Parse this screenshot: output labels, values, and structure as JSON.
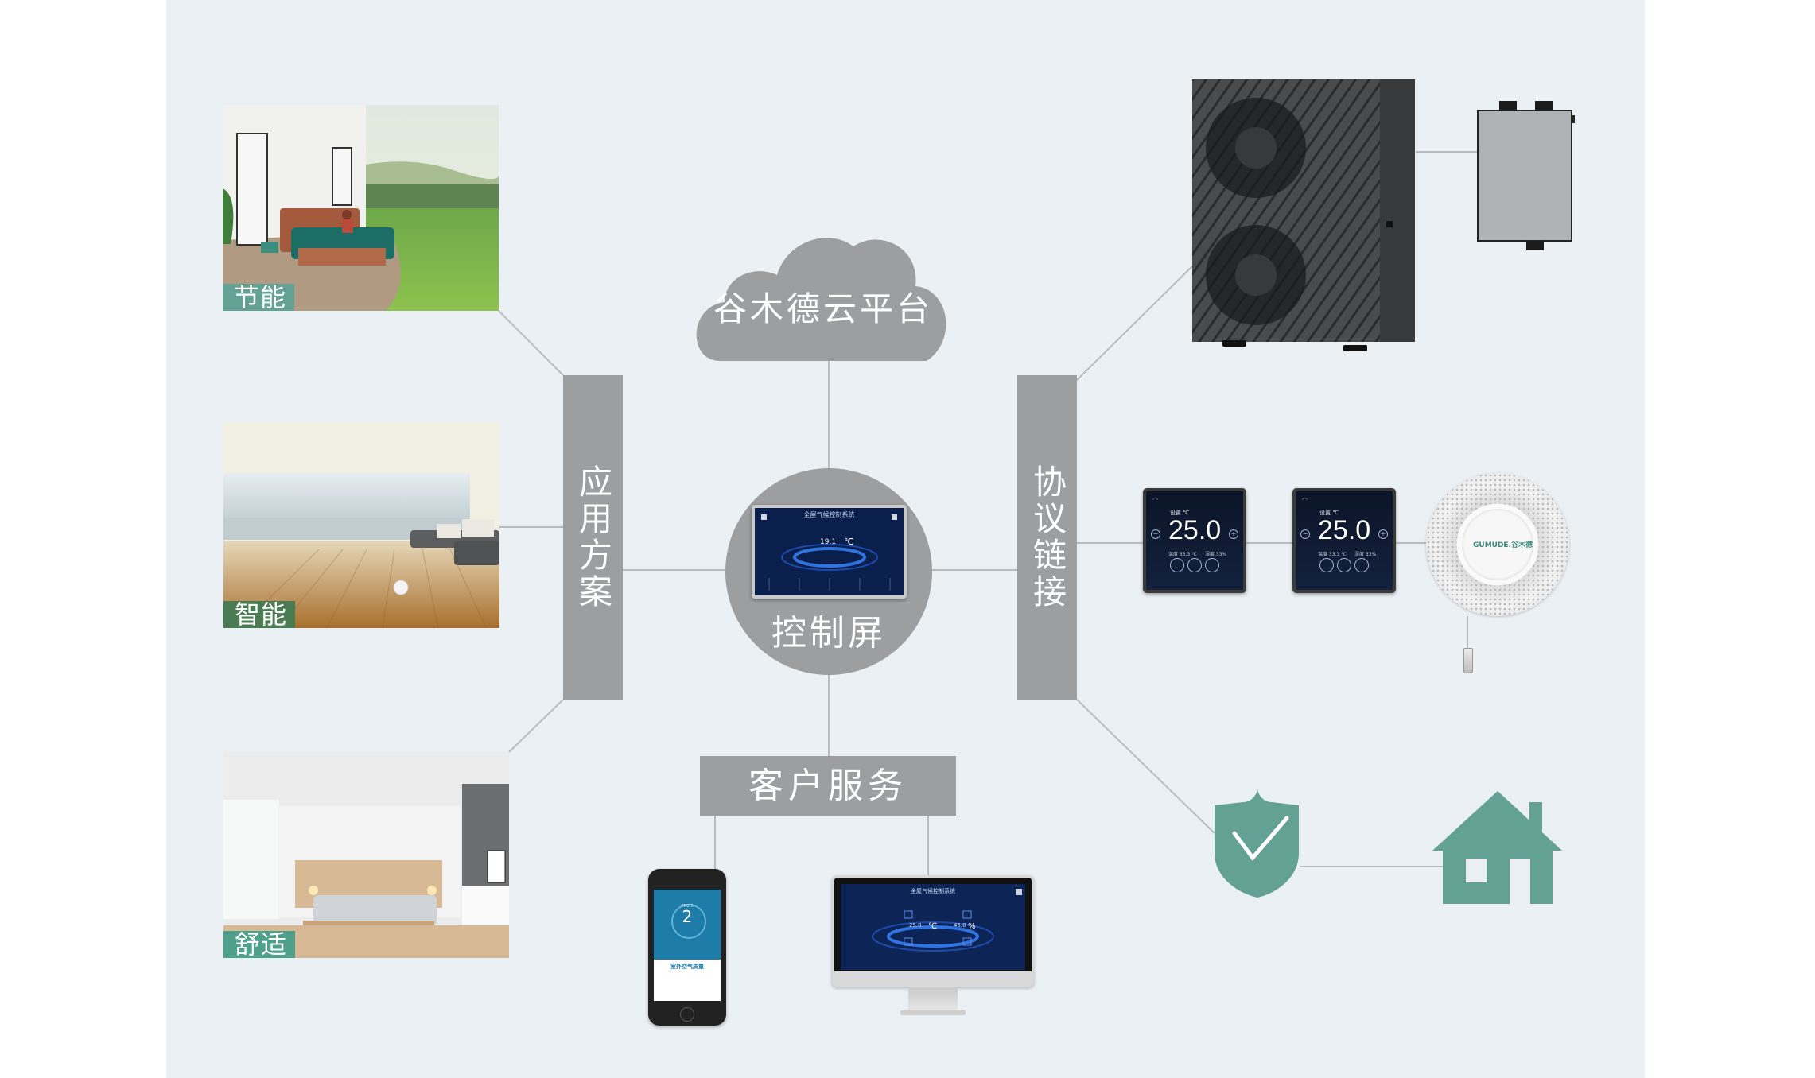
{
  "colors": {
    "panel_bg": "#ebf0f4",
    "box_gray": "#9d9e9f",
    "accent_teal": "#62a193",
    "line_gray": "#b8bcc0",
    "screen_navy": "#0d2457"
  },
  "cloud": {
    "label": "谷木德云平台",
    "icon": "cloud-icon"
  },
  "center": {
    "label": "控制屏",
    "screen_title": "全屋气候控制系统",
    "screen_temp": "19.1",
    "screen_unit": "℃"
  },
  "left_bar": {
    "label": "应用方案"
  },
  "right_bar": {
    "label": "协议链接"
  },
  "customer_service": {
    "label": "客户服务"
  },
  "applications": [
    {
      "label": "节能",
      "scene": "bedroom-meadow"
    },
    {
      "label": "智能",
      "scene": "living-room-seaside"
    },
    {
      "label": "舒适",
      "scene": "modern-bedroom"
    }
  ],
  "devices": {
    "heat_pump": {
      "icon": "heat-pump-icon"
    },
    "indoor_unit": {
      "icon": "indoor-unit-icon"
    },
    "thermostats": [
      {
        "set_label": "设置 ℃",
        "value": "25.0",
        "temp": "温度 33.3 ℃",
        "humidity": "湿度 33%"
      },
      {
        "set_label": "设置 ℃",
        "value": "25.0",
        "temp": "温度 33.3 ℃",
        "humidity": "湿度 33%"
      }
    ],
    "sensor": {
      "logo": "GUMUDE.谷木德"
    },
    "security": {
      "icon": "shield-check-icon"
    },
    "home": {
      "icon": "house-icon"
    }
  },
  "phone": {
    "metric": "PM2.5",
    "value": "2",
    "caption": "室外空气质量"
  },
  "monitor": {
    "title": "全屋气候控制系统",
    "temp": "25.0",
    "temp_unit": "℃",
    "humidity": "45.0",
    "humidity_unit": "%"
  }
}
